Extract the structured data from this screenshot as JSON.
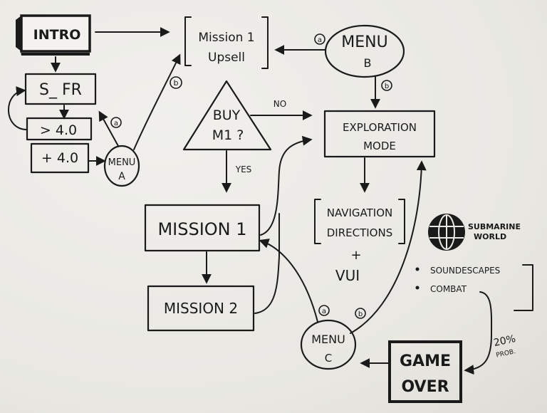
{
  "nodes": {
    "intro": "INTRO",
    "s_fr": "S_ FR",
    "gt40": "> 4.0",
    "plus40": "+ 4.0",
    "menu_a_l1": "MENU",
    "menu_a_l2": "A",
    "mission1_upsell_l1": "Mission 1",
    "mission1_upsell_l2": "Upsell",
    "menu_b_l1": "MENU",
    "menu_b_l2": "B",
    "buy_l1": "BUY",
    "buy_l2": "M1 ?",
    "exploration_l1": "EXPLORATION",
    "exploration_l2": "MODE",
    "mission1": "MISSION 1",
    "mission2": "MISSION 2",
    "nav_l1": "NAVIGATION",
    "nav_l2": "DIRECTIONS",
    "plus": "+",
    "vui": "VUI",
    "menu_c_l1": "MENU",
    "menu_c_l2": "C",
    "game_over_l1": "GAME",
    "game_over_l2": "OVER",
    "submarine_l1": "SUBMARINE",
    "submarine_l2": "WORLD",
    "soundscapes": "SOUNDESCAPES",
    "combat": "COMBAT",
    "prob_pct": "20%",
    "prob_label": "PROB."
  },
  "edge_labels": {
    "no": "NO",
    "yes": "YES",
    "a": "a",
    "b": "b"
  }
}
